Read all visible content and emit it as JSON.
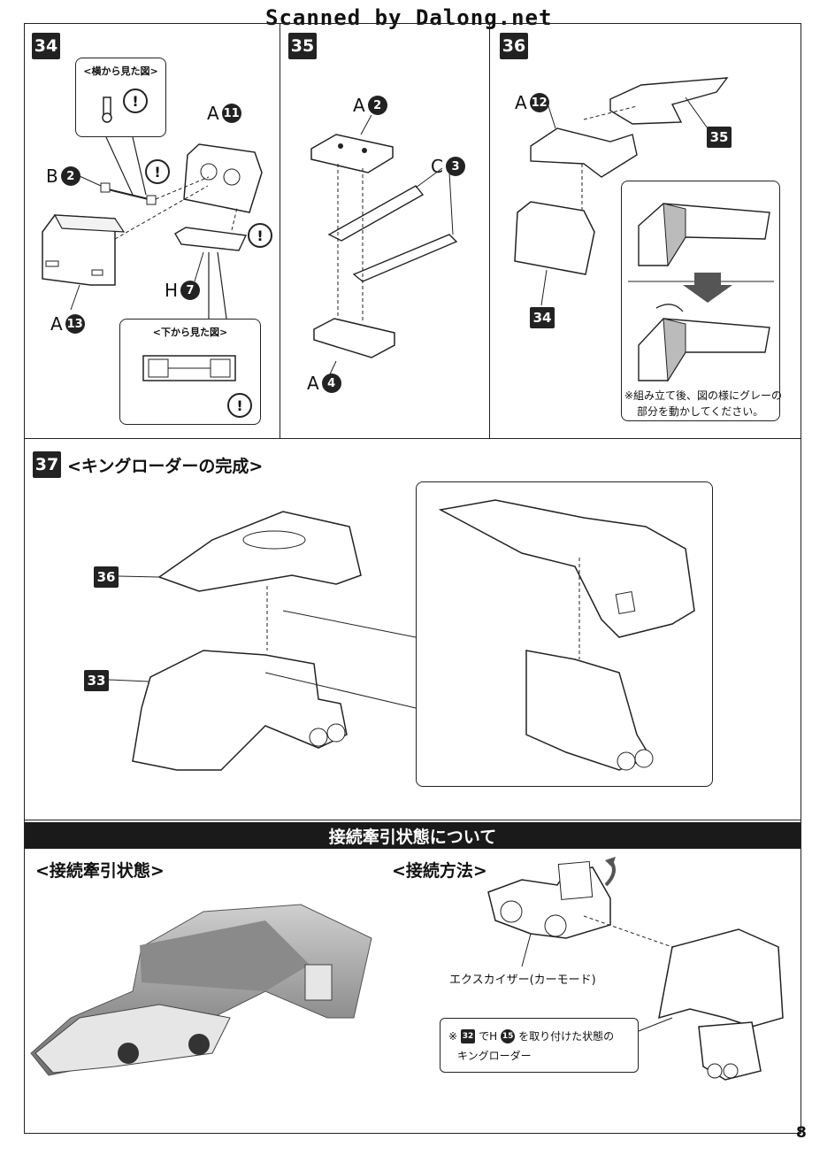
{
  "header": {
    "scan_credit": "Scanned by Dalong.net"
  },
  "step34": {
    "number": "34",
    "side_view_title": "<横から見た図>",
    "bottom_view_title": "<下から見た図>",
    "parts": [
      {
        "letter": "A",
        "num": "11"
      },
      {
        "letter": "B",
        "num": "2"
      },
      {
        "letter": "H",
        "num": "7"
      },
      {
        "letter": "A",
        "num": "13"
      }
    ],
    "warning": "!"
  },
  "step35": {
    "number": "35",
    "parts": [
      {
        "letter": "A",
        "num": "2"
      },
      {
        "letter": "C",
        "num": "3"
      },
      {
        "letter": "A",
        "num": "4"
      }
    ]
  },
  "step36": {
    "number": "36",
    "parts": [
      {
        "letter": "A",
        "num": "12"
      }
    ],
    "ref_top": "35",
    "ref_bottom": "34",
    "note_line1": "※組み立て後、図の様にグレーの",
    "note_line2": "部分を動かしてください。"
  },
  "step37": {
    "number": "37",
    "title": "<キングローダーの完成>",
    "ref_top": "36",
    "ref_bottom": "33"
  },
  "towing": {
    "banner": "接続牽引状態について",
    "state_title": "<接続牽引状態>",
    "method_title": "<接続方法>",
    "car_label": "エクスカイザー(カーモード)",
    "note_prefix": "※",
    "note_ref": "32",
    "note_mid": "でH",
    "note_part": "15",
    "note_suffix": "を取り付けた状態の",
    "note_line2": "キングローダー"
  },
  "page": {
    "number": "8"
  }
}
